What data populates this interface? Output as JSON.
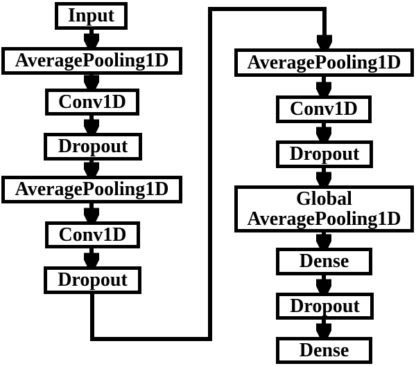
{
  "diagram": {
    "type": "flowchart",
    "description": "1D convolutional neural network architecture with two sequential branches",
    "colors": {
      "background": "#ffffff",
      "box_fill": "#ffffff",
      "box_border": "#000000",
      "arrow": "#000000",
      "text": "#000000"
    },
    "left_branch": {
      "nodes": [
        {
          "label": "Input"
        },
        {
          "label": "AveragePooling1D"
        },
        {
          "label": "Conv1D"
        },
        {
          "label": "Dropout"
        },
        {
          "label": "AveragePooling1D"
        },
        {
          "label": "Conv1D"
        },
        {
          "label": "Dropout"
        }
      ]
    },
    "right_branch": {
      "nodes": [
        {
          "label": "AveragePooling1D"
        },
        {
          "label": "Conv1D"
        },
        {
          "label": "Dropout"
        },
        {
          "label": "Global AveragePooling1D"
        },
        {
          "label": "Dense"
        },
        {
          "label": "Dropout"
        },
        {
          "label": "Dense"
        }
      ]
    },
    "connections": {
      "flow": "Each node feeds the next with a downward arrow; the left branch final Dropout routes down, right, up and across the top into the right branch AveragePooling1D."
    }
  }
}
